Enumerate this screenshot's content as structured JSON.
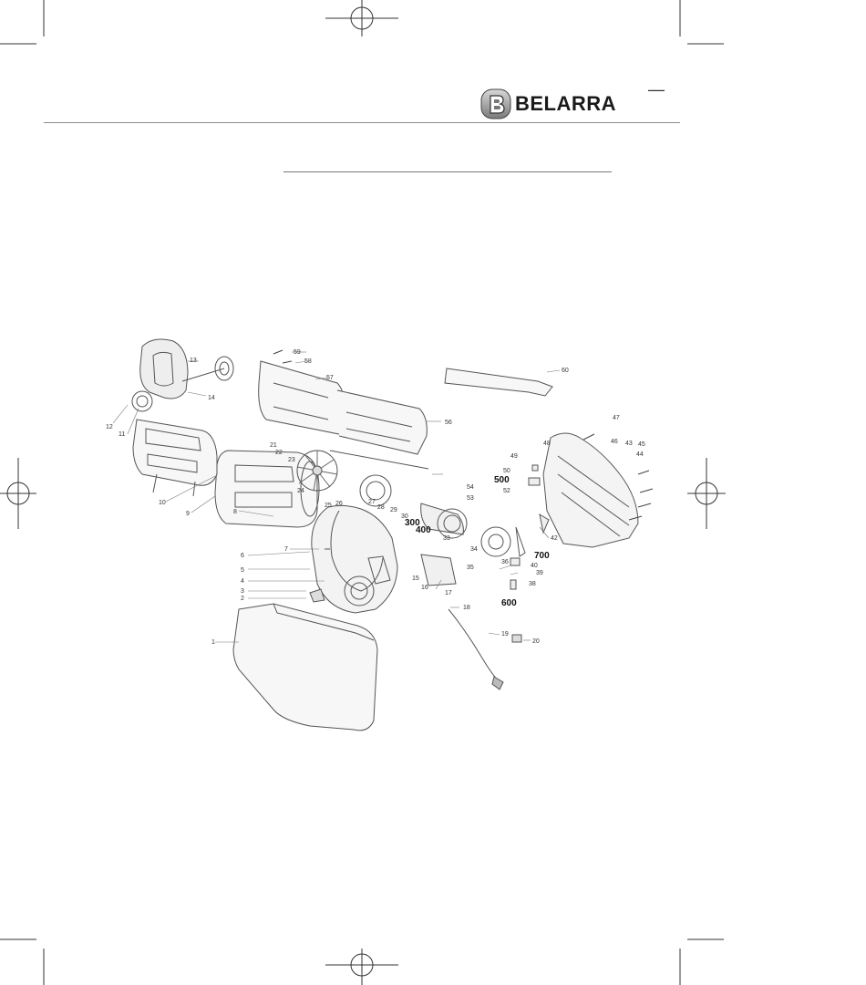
{
  "brand": {
    "name": "BELARRA"
  },
  "header": {
    "page_marker": "—"
  },
  "diagram": {
    "parts": [
      {
        "label": "1"
      },
      {
        "label": "2"
      },
      {
        "label": "3"
      },
      {
        "label": "4"
      },
      {
        "label": "5"
      },
      {
        "label": "6"
      },
      {
        "label": "7"
      },
      {
        "label": "8"
      },
      {
        "label": "9"
      },
      {
        "label": "10"
      },
      {
        "label": "11"
      },
      {
        "label": "12"
      },
      {
        "label": "13"
      },
      {
        "label": "14"
      },
      {
        "label": "15"
      },
      {
        "label": "16"
      },
      {
        "label": "17"
      },
      {
        "label": "18"
      },
      {
        "label": "19"
      },
      {
        "label": "20"
      },
      {
        "label": "21"
      },
      {
        "label": "22"
      },
      {
        "label": "23"
      },
      {
        "label": "24"
      },
      {
        "label": "25"
      },
      {
        "label": "26"
      },
      {
        "label": "27"
      },
      {
        "label": "28"
      },
      {
        "label": "29"
      },
      {
        "label": "30"
      },
      {
        "label": "33"
      },
      {
        "label": "34"
      },
      {
        "label": "35"
      },
      {
        "label": "36"
      },
      {
        "label": "38"
      },
      {
        "label": "39"
      },
      {
        "label": "40"
      },
      {
        "label": "42"
      },
      {
        "label": "43"
      },
      {
        "label": "44"
      },
      {
        "label": "45"
      },
      {
        "label": "46"
      },
      {
        "label": "47"
      },
      {
        "label": "48"
      },
      {
        "label": "49"
      },
      {
        "label": "50"
      },
      {
        "label": "52"
      },
      {
        "label": "53"
      },
      {
        "label": "54"
      },
      {
        "label": "56"
      },
      {
        "label": "57"
      },
      {
        "label": "58"
      },
      {
        "label": "59"
      },
      {
        "label": "60"
      }
    ],
    "subassemblies": [
      {
        "label": "300"
      },
      {
        "label": "400"
      },
      {
        "label": "500"
      },
      {
        "label": "600"
      },
      {
        "label": "700"
      }
    ]
  }
}
